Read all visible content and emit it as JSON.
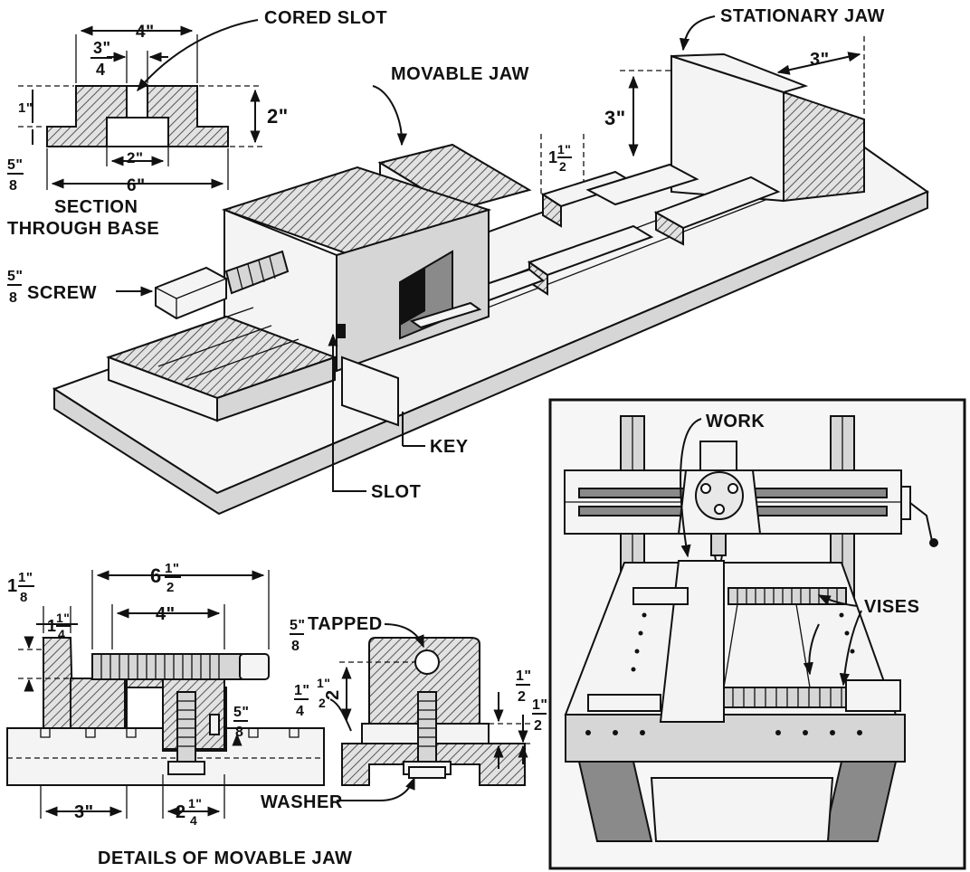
{
  "labels": {
    "cored_slot": "CORED SLOT",
    "stationary_jaw": "STATIONARY JAW",
    "movable_jaw": "MOVABLE JAW",
    "section_line1": "SECTION",
    "section_line2": "THROUGH BASE",
    "screw": "SCREW",
    "key": "KEY",
    "slot": "SLOT",
    "work": "WORK",
    "vises": "VISES",
    "tapped": "TAPPED",
    "washer": "WASHER",
    "details": "DETAILS  OF  MOVABLE  JAW"
  },
  "dims": {
    "sec_4": "4\"",
    "sec_3_4_num": "3\"",
    "sec_3_4_den": "4",
    "sec_2h": "2\"",
    "sec_2w": "2\"",
    "sec_5_8_num": "5\"",
    "sec_5_8_den": "8",
    "sec_6": "6\"",
    "sec_1_small": "1\"",
    "iso_3w": "3\"",
    "iso_3h": "3\"",
    "iso_1half_int": "1",
    "iso_1half_num": "1\"",
    "iso_1half_den": "2",
    "screw_num": "5\"",
    "screw_den": "8",
    "det_1_1_8_int": "1",
    "det_1_1_8_num": "1\"",
    "det_1_1_8_den": "8",
    "det_1_4_int": "1",
    "det_1_4_num": "1\"",
    "det_1_4_den": "4",
    "det_6_1_2_int": "6",
    "det_6_1_2_num": "1\"",
    "det_6_1_2_den": "2",
    "det_4": "4\"",
    "det_5_8_num": "5\"",
    "det_5_8_den": "8",
    "det_3": "3\"",
    "det_2_1_4_int": "2",
    "det_2_1_4_num": "1\"",
    "det_2_1_4_den": "4",
    "tap_5_8_num": "5\"",
    "tap_5_8_den": "8",
    "end_2_1_2_int": "2",
    "end_2_1_2_num": "1\"",
    "end_2_1_2_den": "2",
    "end_1_4_num": "1\"",
    "end_1_4_den": "4",
    "end_1_2a_num": "1\"",
    "end_1_2a_den": "2",
    "end_1_2b_num": "1\"",
    "end_1_2b_den": "2"
  }
}
